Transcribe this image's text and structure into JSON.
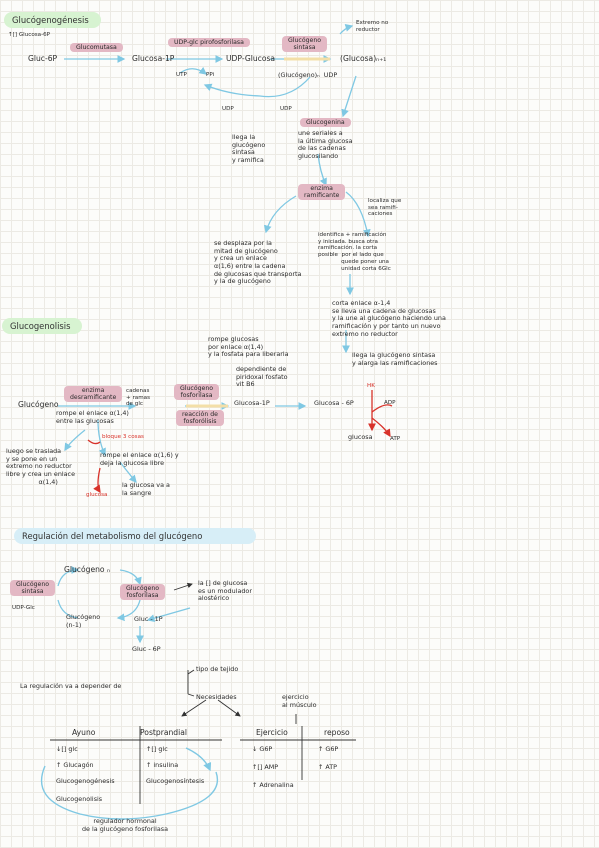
{
  "glucogenogenesis": {
    "title": "Glucógenogénesis",
    "subtitle": "↑[] Glucosa-6P",
    "gluc6p": "Gluc-6P",
    "glucomutasa": "Glucomutasa",
    "gluc1p": "Glucosa-1P",
    "pirofosforilasa": "UDP-glc pirofosforilasa",
    "udpglc": "UDP-Glucosa",
    "glucogeno_sintasa": "Glucógeno\nsintasa",
    "extremo": "Extremo no\nreductor",
    "utp": "UTP",
    "ppi": "PPi",
    "glucosa_n": "(Glucógeno)ₙ  UDP",
    "glucosa_n1": "(Glucosa)ₙ₊₁",
    "udp_a": "UDP",
    "udp_b": "UDP",
    "glucogenina_label": "Glucogenina",
    "glucogenina_text": "une seriales a\nla última glucosa\nde las cadenas\nglucosilando",
    "llega_text": "llega la\nglucógeno\nsintasa\ny ramifica",
    "enzima_ram": "enzima\nramificante",
    "localiza_text": "localiza que\nsea ramifi-\ncaciones",
    "desplaza_text": "se desplaza por la\nmitad de glucógeno\ny crea un enlace\nα(1,6) entre la cadena\nde glucosas que transporta\ny la de glucógeno",
    "identifica_text": "identifica + ramificación\ny iniciada. busca otra\nramificación. la corta\nposible  por el lado que\n             quede poner una\n             unidad corta 6Glc",
    "corta_text": "corta enlace α-1,4\nse lleva una cadena de glucosas\ny la une al glucógeno haciendo una\nramificación y por tanto un nuevo\nextremo no reductor",
    "llega2_text": "llega la glucógeno sintasa\ny alarga las ramificaciones"
  },
  "glucogenolisis": {
    "title": "Glucogenolisis",
    "glucogeno": "Glucógeno",
    "enzima_desram": "enzima\ndesramificante",
    "cadenas_text": "cadenas\n+ ramas\nde glc",
    "glucogeno_fosforilasa": "Glucógeno\nfosforilasa",
    "rompe_glucosas": "rompe glucosas\npor enlace α(1,4)\ny la fosfata para liberarla",
    "dependiente": "dependiente de\npiridoxal fosfato\nvit B6",
    "reaccion": "reacción de\nfosforólisis",
    "glc1p": "Glucosa-1P",
    "glc6p": "Glucosa - 6P",
    "adp": "ADP",
    "hk": "HK",
    "glucosa": "glucosa",
    "atp": "ATP",
    "rompe_enlace": "rompe el enlace α(1,4)\nentre las glucosas",
    "bloque": "bloque 3 cosas",
    "luego_text": "luego se traslada\ny se pone en un\nextremo no reductor\nlibre y crea un enlace\n                α(1,4)",
    "rompe2_text": "rompe el enlace α(1,6) y\ndeja la glucosa libre",
    "liberacion": "la glucosa va a\nla sangre",
    "glucosa_libre": "glucosa"
  },
  "regulacion": {
    "title": "Regulación del metabolismo del glucógeno",
    "glucogeno_n": "Glucógeno ₙ",
    "sintasa": "Glucógeno\nsintasa",
    "fosforilasa": "Glucógeno\nfosforilasa",
    "nota": "la [] de glucosa\nes un modulador\nalostérico",
    "udpglc": "UDP-Glc",
    "glucogeno_n1": "Glucógeno\n(n-1)",
    "glc1p": "Gluc - 1P",
    "glc6p": "Gluc - 6P",
    "tipo_tejido": "tipo de tejido",
    "regulacion_text": "La regulación va a depender de",
    "necesidades": "Necesidades",
    "ejercicio_label": "ejercicio\nal músculo"
  },
  "tabla": {
    "ayuno": "Ayuno",
    "postprandial": "Postprandial",
    "ejercicio": "Ejercicio",
    "reposo": "reposo",
    "ayuno_items": [
      "↓[] glc",
      "↑ Glucagón",
      "Glucogenogénesis",
      "Glucogenolisis"
    ],
    "postprandial_items": [
      "↑[] glc",
      "↑ insulina",
      "Glucogenosíntesis"
    ],
    "ejercicio_items": [
      "↓ G6P",
      "↑[] AMP",
      "↑ Adrenalina"
    ],
    "reposo_items": [
      "↑ G6P",
      "↑ ATP"
    ],
    "regulador": "regulador hormonal\nde la glucógeno fosforilasa"
  }
}
